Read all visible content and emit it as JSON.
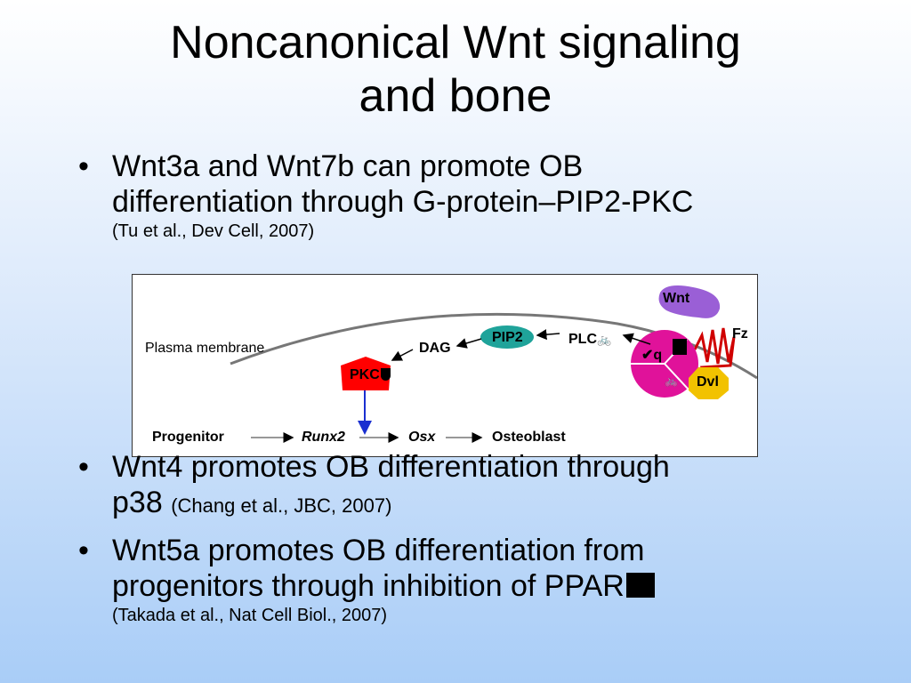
{
  "slide": {
    "title_line1": "Noncanonical Wnt signaling",
    "title_line2": "and bone"
  },
  "bullets": [
    {
      "marker": "•",
      "line1": "Wnt3a and Wnt7b can promote OB",
      "line2": "differentiation through G-protein–PIP2-PKC",
      "citation": "(Tu et al., Dev Cell, 2007)"
    },
    {
      "marker": "•",
      "line1": "Wnt4 promotes OB differentiation through",
      "line2": "p38",
      "citation": "(Chang et al., JBC, 2007)"
    },
    {
      "marker": "•",
      "line1": "Wnt5a promotes OB differentiation from",
      "line2": "progenitors through inhibition of PPAR",
      "citation": "(Takada et al., Nat Cell Biol., 2007)"
    }
  ],
  "diagram": {
    "plasma_membrane": "Plasma membrane",
    "dag": "DAG",
    "pip2": "PIP2",
    "plc": "PLC",
    "plc_symbol": "🚲",
    "pkc": "PKC",
    "wnt": "Wnt",
    "fz": "Fz",
    "gq": "q",
    "gq_check": "✔",
    "g_sub_symbol": "🚲",
    "dvl": "Dvl",
    "progenitor": "Progenitor",
    "runx2": "Runx2",
    "osx": "Osx",
    "osteoblast": "Osteoblast",
    "colors": {
      "pkc": "#ff0000",
      "pip2": "#1fa39a",
      "wnt": "#9a5fd6",
      "g_protein": "#e0129a",
      "dvl": "#f2c200",
      "fz": "#d00000",
      "pkc_arrow": "#1a2fd0"
    }
  }
}
